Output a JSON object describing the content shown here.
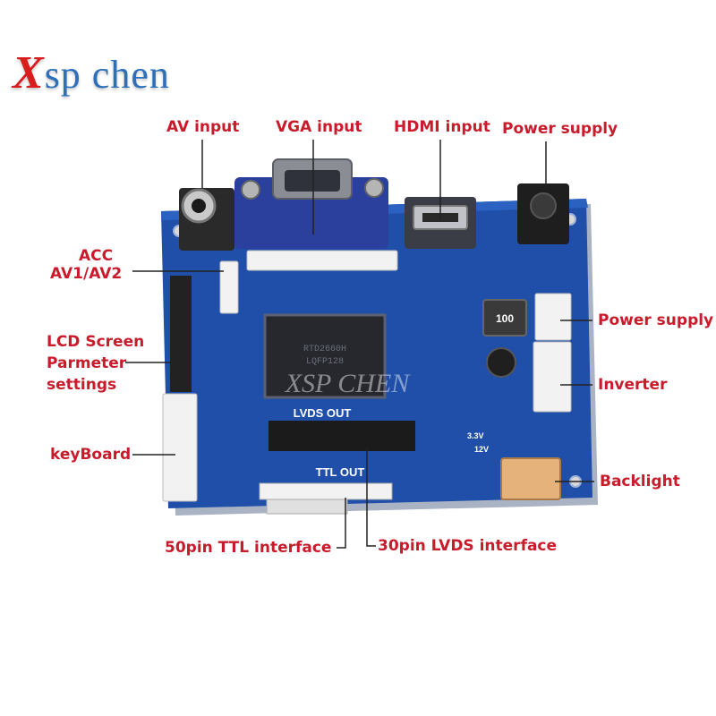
{
  "brand": {
    "first_letter": "X",
    "rest": "sp chen"
  },
  "board": {
    "silk_lvds": "LVDS OUT",
    "silk_ttl": "TTL OUT",
    "silk_inductor": "100",
    "silk_watermark": "XSP CHEN",
    "silk_3v3": "3.3V",
    "silk_12v": "12V"
  },
  "labels": {
    "av_input": "AV input",
    "vga_input": "VGA input",
    "hdmi_input": "HDMI input",
    "power_supply_top": "Power supply",
    "acc_line1": "ACC",
    "acc_line2": "AV1/AV2",
    "lcd_line1": "LCD Screen",
    "lcd_line2": "Parmeter",
    "lcd_line3": "settings",
    "keyboard": "keyBoard",
    "power_supply_right": "Power supply",
    "inverter": "Inverter",
    "backlight": "Backlight",
    "ttl_interface": "50pin TTL interface",
    "lvds_interface": "30pin LVDS interface"
  },
  "colors": {
    "label": "#c91b2b",
    "board": "#1f4fa8",
    "board_dark": "#163d86",
    "brand_red": "#d91c1c",
    "brand_blue": "#2d6fb8"
  }
}
